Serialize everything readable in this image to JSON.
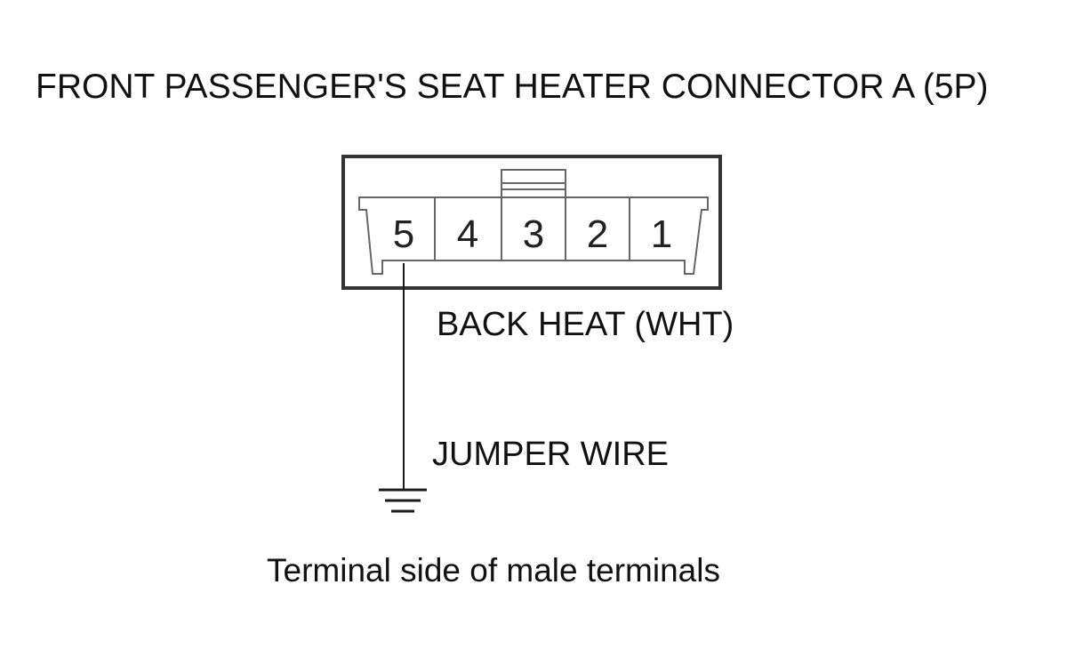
{
  "title": "FRONT PASSENGER'S SEAT HEATER CONNECTOR A (5P)",
  "connector": {
    "pins": [
      "5",
      "4",
      "3",
      "2",
      "1"
    ]
  },
  "labels": {
    "wire_label": "BACK HEAT (WHT)",
    "jumper_label": "JUMPER WIRE",
    "footer": "Terminal side of male terminals"
  },
  "colors": {
    "line": "#1a1a1a",
    "connector_outline": "#333333",
    "cavity_outline": "#666666"
  }
}
